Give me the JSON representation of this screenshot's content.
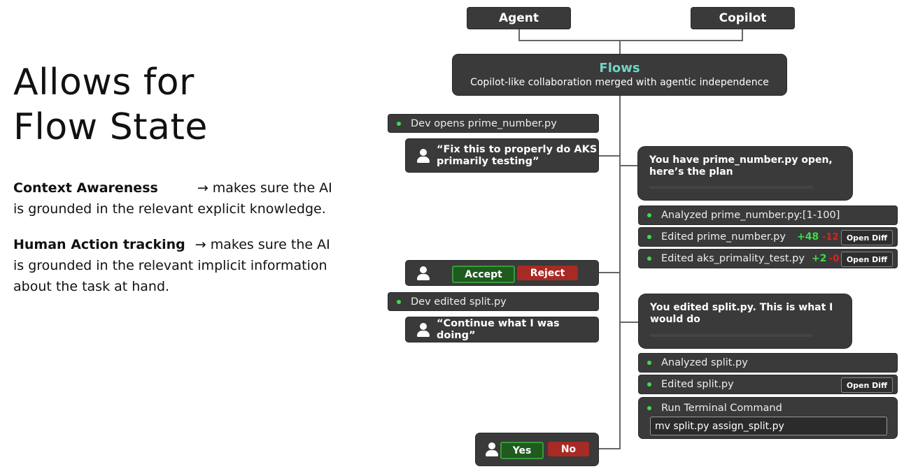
{
  "slide": {
    "title_line1": "Allows for",
    "title_line2": "Flow State",
    "point1_bold": "Context Awareness",
    "point1_arrow": "→",
    "point1_text": "makes sure the AI",
    "point1_cont": "is grounded in the relevant explicit knowledge.",
    "point2_bold": "Human Action tracking",
    "point2_arrow": "→",
    "point2_text": "makes sure the AI",
    "point2_cont1": "is grounded in the relevant implicit information",
    "point2_cont2": "about the task at hand."
  },
  "diagram": {
    "agent_label": "Agent",
    "copilot_label": "Copilot",
    "flows_title": "Flows",
    "flows_subtitle": "Copilot-like collaboration merged with agentic independence",
    "colors": {
      "flows_accent": "#6fd6c4",
      "green": "#3ddc4a",
      "red": "#e02020"
    },
    "dev_opens": "Dev opens prime_number.py",
    "quote1": "“Fix this to properly do AKS primarily testing”",
    "ai_plan": "You have prime_number.py open, here’s the plan",
    "analyzed1": "Analyzed prime_number.py:[1-100]",
    "edited1": "Edited prime_number.py",
    "edited1_plus": "+48",
    "edited1_minus": "-12",
    "edited2": "Edited aks_primality_test.py",
    "edited2_plus": "+2",
    "edited2_minus": "-0",
    "open_diff": "Open Diff",
    "accept": "Accept",
    "reject": "Reject",
    "dev_edited": "Dev edited split.py",
    "quote2": "“Continue what I was doing”",
    "ai_split": "You edited split.py. This is what I would do",
    "analyzed2": "Analyzed split.py",
    "edited3": "Edited split.py",
    "run_terminal": "Run Terminal Command",
    "command": "mv split.py assign_split.py",
    "yes": "Yes",
    "no": "No"
  }
}
